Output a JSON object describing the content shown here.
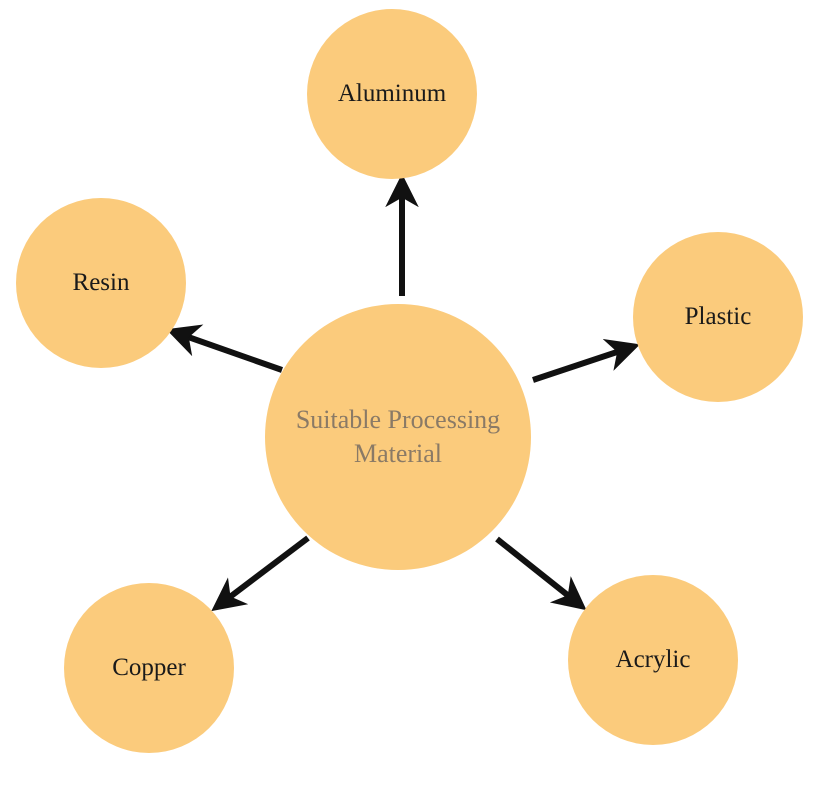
{
  "diagram": {
    "center": {
      "label": "Suitable Processing Material"
    },
    "materials": [
      {
        "id": "aluminum",
        "label": "Aluminum"
      },
      {
        "id": "plastic",
        "label": "Plastic"
      },
      {
        "id": "acrylic",
        "label": "Acrylic"
      },
      {
        "id": "copper",
        "label": "Copper"
      },
      {
        "id": "resin",
        "label": "Resin"
      }
    ]
  },
  "colors": {
    "node_fill": "#FBCB7C",
    "center_text": "#8A7A66",
    "outer_text": "#1A1A1A",
    "arrow": "#111111"
  }
}
